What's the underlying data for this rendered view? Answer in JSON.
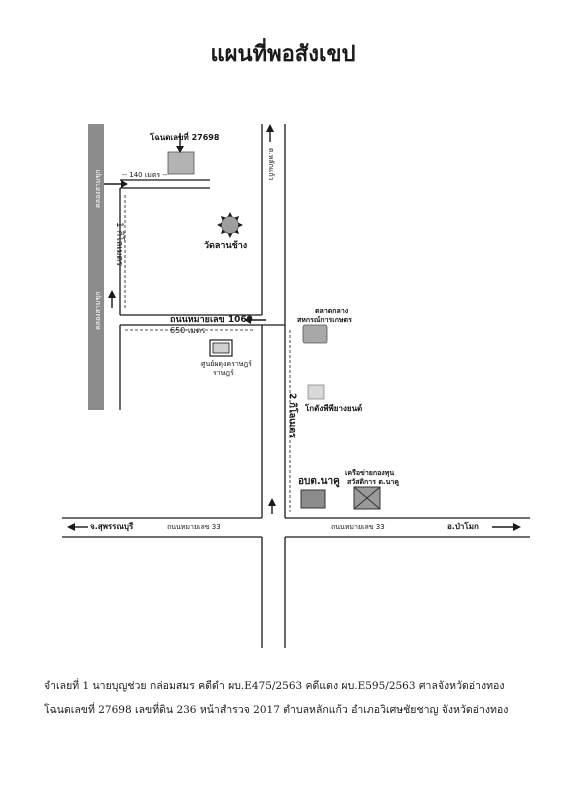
{
  "title": "แผนที่พอสังเขป",
  "colors": {
    "road": "#1a1a1a",
    "canal": "#8c8c8c",
    "building": "#b3b3b3",
    "building_light": "#cfcfcf"
  },
  "labels": {
    "plot": "โฉนดเลขที่ 27698",
    "dist_140": "-- 140 เมตร --",
    "dist_1km": "1 กิโลเมตร",
    "temple": "วัดลานช้าง",
    "road_1069": "ถนนหมายเลข 1069",
    "dist_650": "650 เมตร",
    "center_line1": "ศูนย์ผดุงคราษฎร์",
    "center_line2": "ราษฎร์",
    "market_line1": "ตลาดกลาง",
    "market_line2": "สหกรณ์การเกษตร",
    "dist_2km": "2 กิโลเมตร",
    "warehouse": "โกดังพีพียางยนต์",
    "tambon_office": "อบต.นาคู",
    "fund_line1": "เครือข่ายกองทุน",
    "fund_line2": "สวัสดิการ ต.นาคู",
    "road_33_left": "ถนนหมายเลข 33",
    "road_33_right": "ถนนหมายเลข 33",
    "to_suphan": "จ.สุพรรณบุรี",
    "to_pamok": "อ.ป่าโมก",
    "to_lak_kaeo": "ต.หลักแก้ว",
    "canal_top": "คลองสามชุก",
    "canal_bottom": "คลองสามชุก"
  },
  "caption": {
    "line1": "จำเลยที่ 1  นายบุญช่วย กล่อมสมร  คดีดำ ผบ.E475/2563   คดีแดง ผบ.E595/2563  ศาลจังหวัดอ่างทอง",
    "line2": "โฉนดเลขที่ 27698 เลขที่ดิน 236 หน้าสำรวจ 2017 ตำบลหลักแก้ว อำเภอวิเศษชัยชาญ จังหวัดอ่างทอง"
  }
}
